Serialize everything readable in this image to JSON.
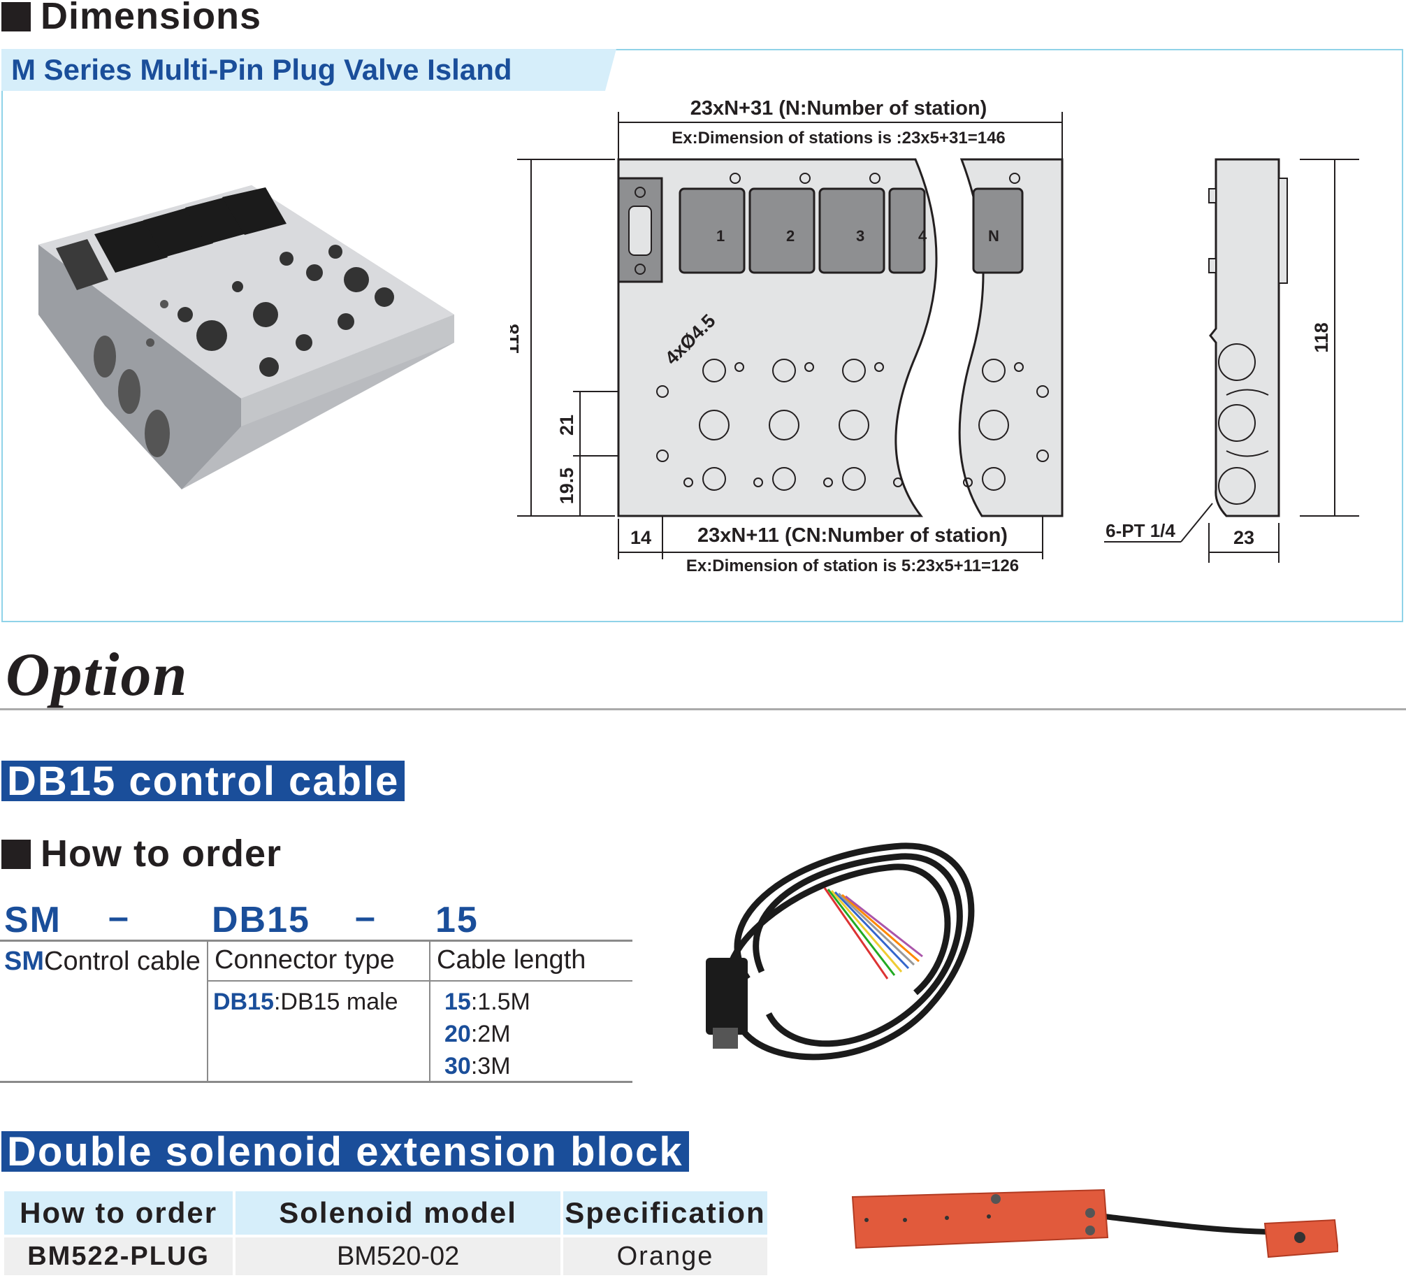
{
  "dimensions": {
    "heading": "Dimensions",
    "panel_title": "M Series Multi-Pin Plug Valve Island",
    "drawing": {
      "top_dim": "23xN+31 (N:Number of station)",
      "top_example": "Ex:Dimension of stations is :23x5+31=146",
      "height_left": "118",
      "hole_label": "4xØ4.5",
      "dim_21": "21",
      "dim_19_5": "19.5",
      "dim_14": "14",
      "bottom_dim": "23xN+11 (CN:Number of station)",
      "bottom_example": "Ex:Dimension of station is 5:23x5+11=126",
      "stations": [
        "1",
        "2",
        "3",
        "4",
        "N"
      ],
      "side_height": "118",
      "port_label": "6-PT 1/4",
      "side_width": "23"
    }
  },
  "option": {
    "title": "Option",
    "db15": {
      "banner": "DB15 control cable",
      "how_to_order": "How to order",
      "code": {
        "part1": "SM",
        "dash1": "–",
        "part2": "DB15",
        "dash2": "–",
        "part3": "15"
      },
      "table": {
        "col1_code": "SM",
        "col1_label": "Control cable",
        "col2_header": "Connector type",
        "col2_code": "DB15",
        "col2_sep": ":",
        "col2_value": "DB15 male",
        "col3_header": "Cable length",
        "lengths": [
          {
            "code": "15",
            "value": "1.5M"
          },
          {
            "code": "20",
            "value": "2M"
          },
          {
            "code": "30",
            "value": "3M"
          }
        ]
      }
    },
    "extension": {
      "banner": "Double solenoid extension block",
      "headers": [
        "How to order",
        "Solenoid model",
        "Specification"
      ],
      "row": [
        "BM522-PLUG",
        "BM520-02",
        "Orange"
      ]
    }
  },
  "colors": {
    "brand_blue": "#1a4e9a",
    "panel_border": "#8fd3e8",
    "header_bg": "#d6eefa",
    "block_orange": "#e15a3c"
  }
}
